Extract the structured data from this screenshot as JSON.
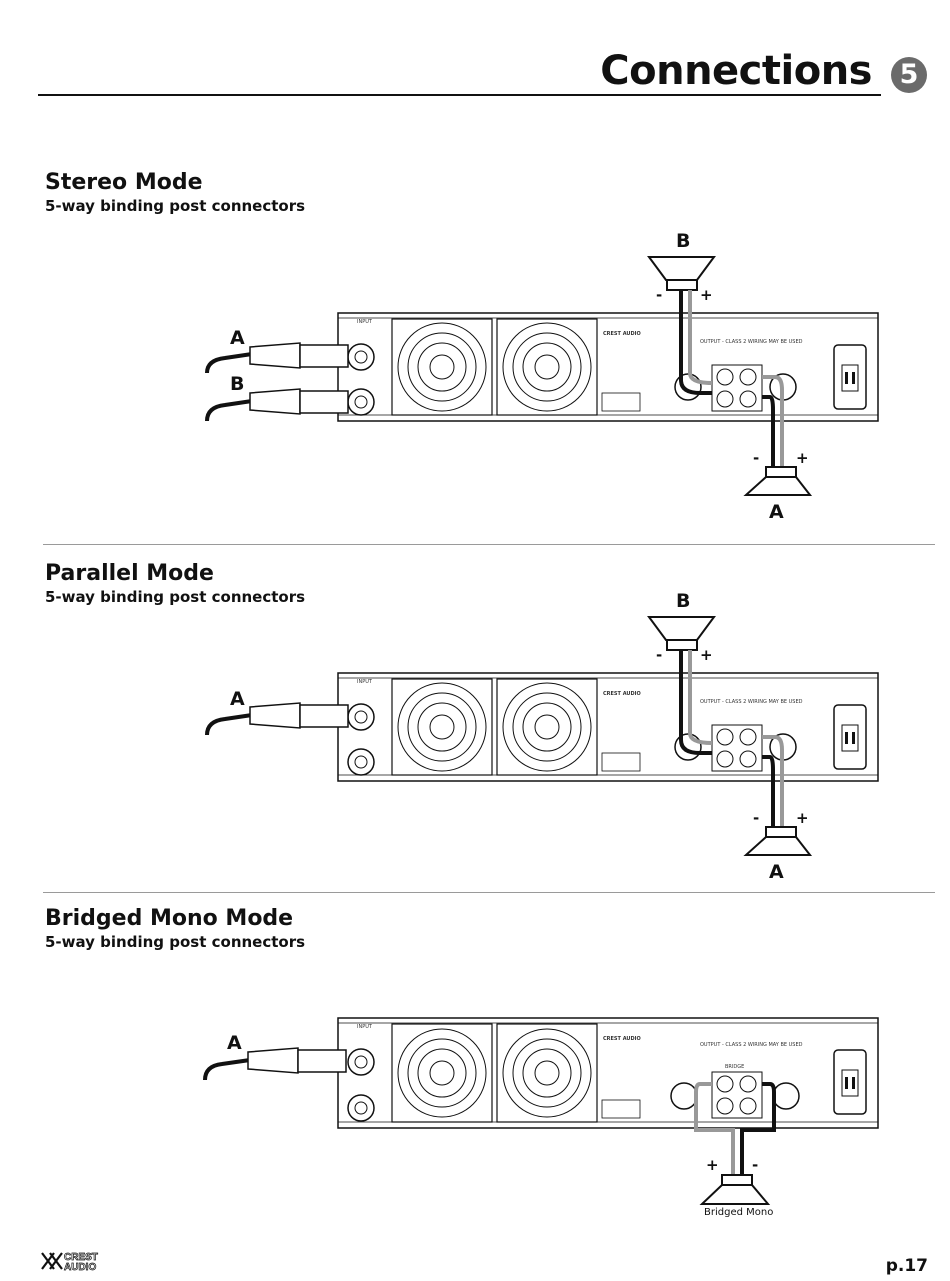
{
  "header": {
    "title": "Connections",
    "chapter": "5"
  },
  "sections": [
    {
      "title": "Stereo Mode",
      "subtitle": "5-way binding post connectors",
      "labels": {
        "in_a": "A",
        "in_b": "B",
        "spk_b": "B",
        "spk_a": "A",
        "minus": "-",
        "plus": "+"
      }
    },
    {
      "title": "Parallel Mode",
      "subtitle": "5-way binding post connectors",
      "labels": {
        "in_a": "A",
        "spk_b": "B",
        "spk_a": "A",
        "minus": "-",
        "plus": "+"
      }
    },
    {
      "title": "Bridged Mono Mode",
      "subtitle": "5-way binding post connectors",
      "labels": {
        "in_a": "A",
        "plus": "+",
        "minus": "-",
        "speaker_caption": "Bridged Mono"
      }
    }
  ],
  "amp_panel": {
    "input_label": "INPUT",
    "brand": "CREST AUDIO",
    "output_label": "OUTPUT - CLASS 2 WIRING MAY BE USED",
    "bridge_label": "BRIDGE"
  },
  "footer": {
    "brand_line1": "CREST",
    "brand_line2": "AUDIO",
    "page": "p.17"
  }
}
